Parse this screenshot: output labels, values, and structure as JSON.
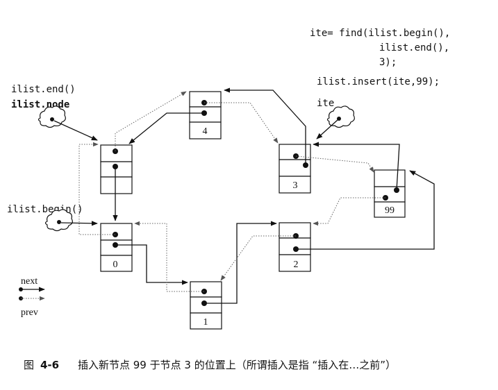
{
  "code": {
    "line1": "ite= find(ilist.begin(),",
    "line2": "ilist.end(),",
    "line3": "3);",
    "line4": "ilist.insert(ite,99);"
  },
  "labels": {
    "end": "ilist.end()",
    "node": "ilist.node",
    "begin": "ilist.begin()",
    "ite": "ite"
  },
  "legend": {
    "next": "next",
    "prev": "prev"
  },
  "nodes": [
    {
      "id": "node-blank",
      "value": ""
    },
    {
      "id": "node-4",
      "value": "4"
    },
    {
      "id": "node-3",
      "value": "3"
    },
    {
      "id": "node-99",
      "value": "99"
    },
    {
      "id": "node-0",
      "value": "0"
    },
    {
      "id": "node-2",
      "value": "2"
    },
    {
      "id": "node-1",
      "value": "1"
    }
  ],
  "caption": {
    "prefix": "图",
    "number": "4-6",
    "text": "插入新节点 99 于节点 3 的位置上（所谓插入是指 “插入在…之前”）"
  }
}
